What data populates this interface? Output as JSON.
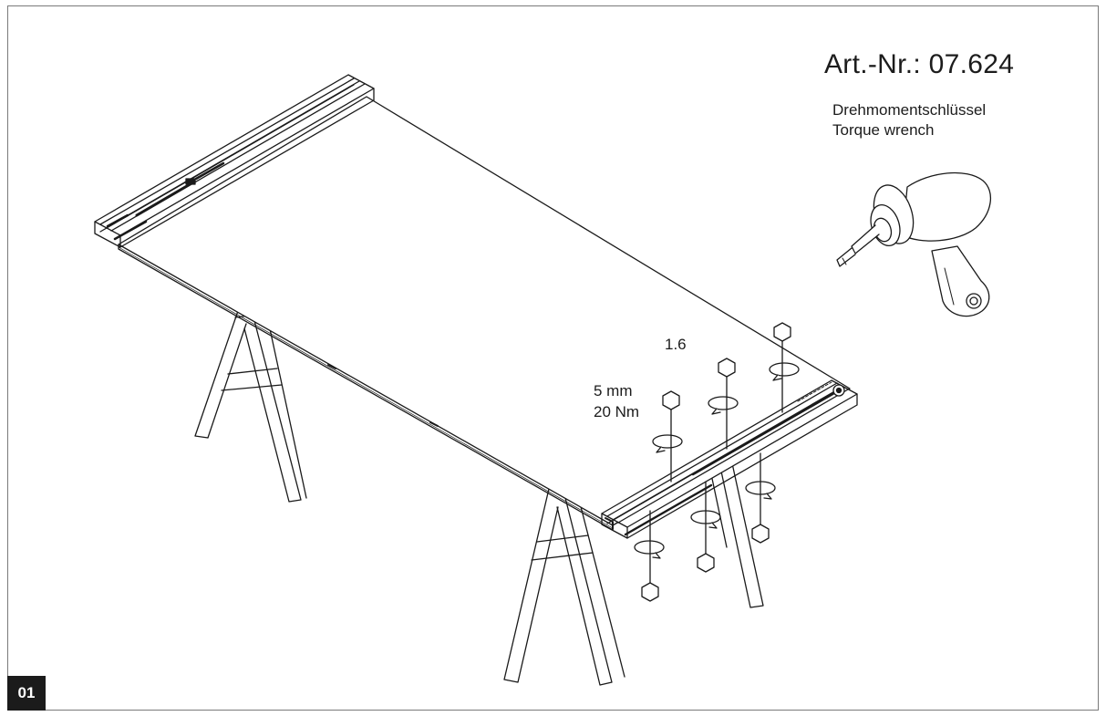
{
  "header": {
    "article_number": "Art.-Nr.: 07.624",
    "tool_name_de": "Drehmomentschlüssel",
    "tool_name_en": "Torque wrench"
  },
  "annotations": {
    "step_label": "1.6",
    "bit_size": "5 mm",
    "torque": "20 Nm"
  },
  "step_number": "01",
  "icons": [
    "torque-wrench-icon",
    "hex-screw-icon",
    "rotation-arrow-icon"
  ],
  "colors": {
    "line": "#1a1a1a",
    "frame": "#7a7a7a",
    "badge": "#1b1b1b"
  }
}
